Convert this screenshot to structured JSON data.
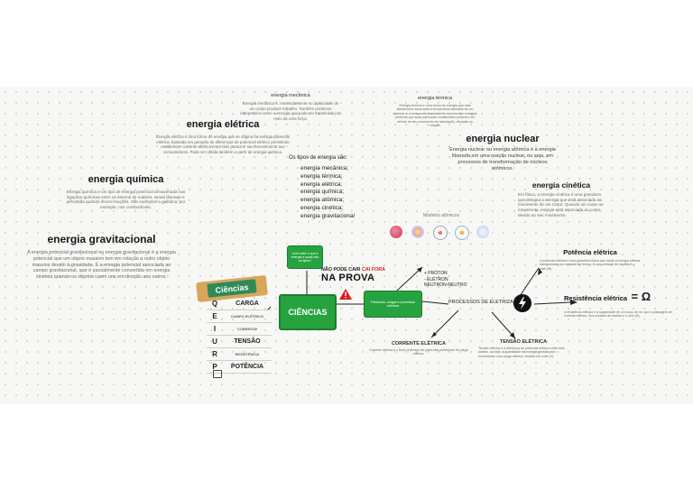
{
  "energia_eletrica": {
    "title": "energia elétrica",
    "text": "Energia elétrica é uma forma de energia que se origina na energia potencial elétrica, baseada em geração de diferenças de potencial elétrico permitindo estabelecer corrente elétrica entre dois pontos e seu fornecimento aos consumidores. Pode ser obtida também a partir de energia química."
  },
  "energia_quimica": {
    "title": "energia química",
    "text": "Energia química é um tipo de energia potencial armazenada nas ligações químicas entre os átomos de matéria, sendo liberada e percebida quando ocorre reações. São exemplos a gasolina, por exemplo, nos combustíveis."
  },
  "energia_gravitacional": {
    "title": "energia gravitacional",
    "text": "A energia potencial gravitacional ou energia gravitacional é a energia potencial que um objeto massivo tem em relação a outro objeto massivo devido à gravidade. É a energia potencial associada ao campo gravitacional, que é parcialmente convertida em energia cinética quando os objetos caem uns em direção aos outros."
  },
  "energia_mecanica": {
    "title": "energia mecânica",
    "text": "Energia mecânica é, resumidamente, a capacidade de um corpo produzir trabalho. Também podemos interpretá-la como a energia que pode ser transferida por meio de uma força."
  },
  "energia_termica": {
    "title": "energia térmica",
    "text": "Energia térmica é uma forma de energia que está diretamente associada à temperatura absoluta de um sistema, e corresponde basicamente à soma das energias cinéticas que suas partículas constituintes possuem em virtude de seu movimento de translação, vibração ou rotação."
  },
  "tipos": {
    "heading": "Os tipos de energia são:",
    "items": [
      "energia mecânica;",
      "energia térmica;",
      "energia elétrica;",
      "energia química;",
      "energia atômica;",
      "energia cinética;",
      "energia gravitacional"
    ]
  },
  "energia_nuclear": {
    "title": "energia nuclear",
    "text": "Energia nuclear ou energia atômica é a energia liberada em uma reação nuclear, ou seja, em processos de transformação de núcleos atômicos."
  },
  "energia_cinetica": {
    "title": "energia cinética",
    "text": "Em física, a energia cinética é uma grandeza que designa a energia que está associada ao movimento de um corpo. Quando um corpo se movimenta, energia está associada ao corpo devido ao seu movimento."
  },
  "modelos": {
    "title": "Modelos atômicos"
  },
  "green_small": {
    "text": "Você sabe o que é energia e quais são os tipos?"
  },
  "ciencias": {
    "label": "CIÊNCIAS"
  },
  "nao_pode": {
    "pre": "NÃO PODE CAIR",
    "highlight": "CAI FORA",
    "main": "NA PROVA"
  },
  "green_mid": {
    "text": "Partículas, cargas e processos elétricos"
  },
  "particulas": {
    "items": [
      "+ PRÓTON",
      "- ELÉTRON",
      "NEUTRON-NEUTRO"
    ]
  },
  "eletrizacao": {
    "label": "PROCESSOS DE ELETRIZAÇÃO"
  },
  "potencia": {
    "title": "Potência elétrica",
    "text": "A potência elétrica é uma grandeza física que mede a energia elétrica transformada por unidade de tempo. A sua unidade de medida é o watt (W)."
  },
  "resistencia": {
    "title": "Resistência elétrica",
    "symbol": "= Ω",
    "text": "A resistência elétrica é a capacidade de um corpo de se opor à passagem de corrente elétrica. Sua unidade de medida é o ohm (Ω)."
  },
  "corrente": {
    "title": "CORRENTE ELÉTRICA",
    "text": "Corrente elétrica é o fluxo ordenado de partículas portadoras de carga elétrica."
  },
  "tensao": {
    "title": "TENSÃO ELÉTRICA",
    "text": "Tensão elétrica é a diferença de potencial elétrico entre dois pontos, ou seja, a quantidade de energia gerada para movimentar uma carga elétrica, medida em volts (V)."
  },
  "logo": {
    "text": "Ciências"
  },
  "tabela": {
    "rows": [
      {
        "letter": "Q",
        "main": "CARGA",
        "sub": ""
      },
      {
        "letter": "E",
        "main": "",
        "sub": "CAMPO ELÉTRICO"
      },
      {
        "letter": "I",
        "main": "",
        "sub": "CORRENTE"
      },
      {
        "letter": "U",
        "main": "TENSÃO",
        "sub": ""
      },
      {
        "letter": "R",
        "main": "",
        "sub": "RESISTÊNCIA"
      },
      {
        "letter": "P",
        "main": "POTÊNCIA",
        "sub": ""
      }
    ]
  },
  "colors": {
    "green": "#26a33f",
    "warning": "#d91b1b",
    "dark": "#111111"
  }
}
